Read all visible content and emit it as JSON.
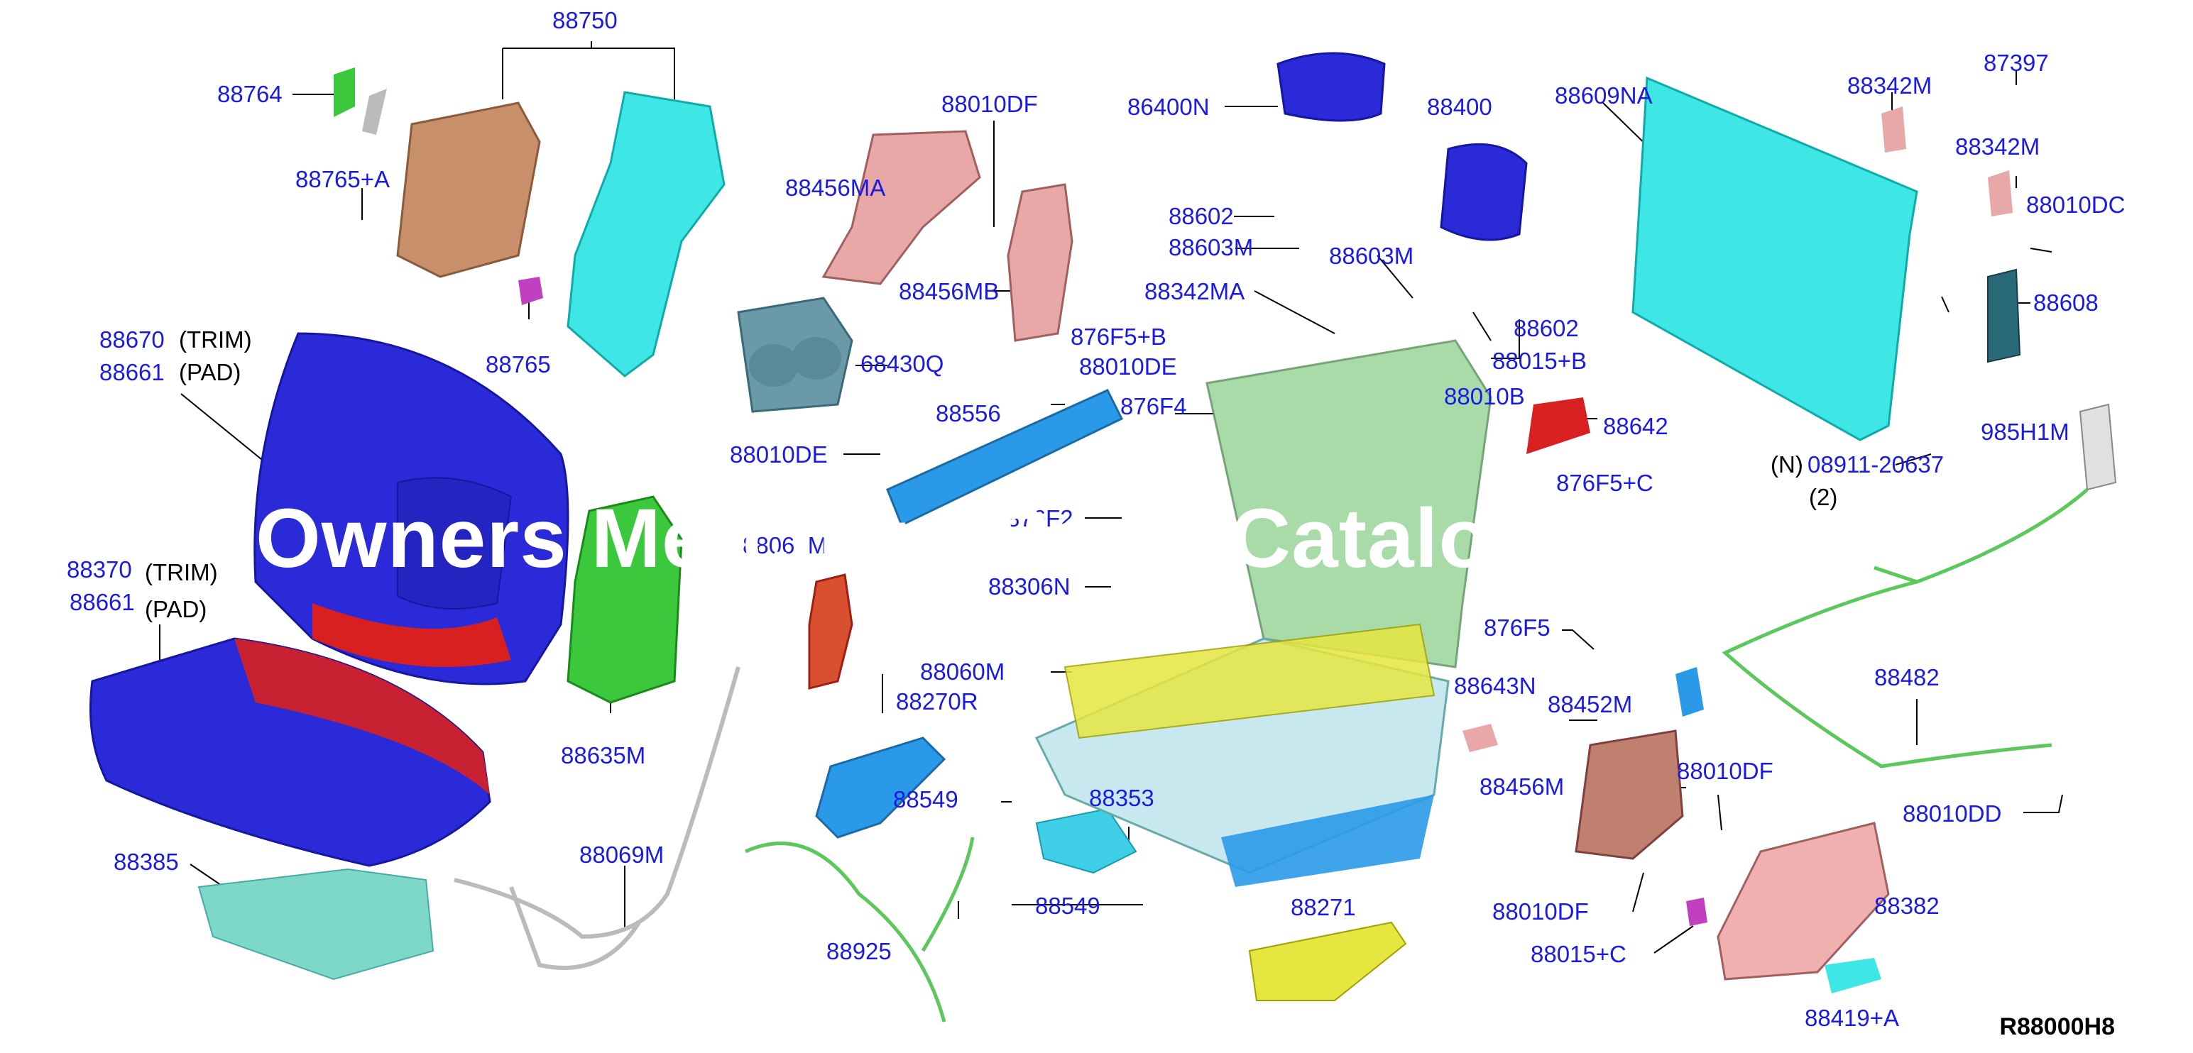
{
  "labels": {
    "l88750": "88750",
    "l88764": "88764",
    "l88765a": "88765+A",
    "l88765": "88765",
    "l88670": "88670",
    "trim1": "(TRIM)",
    "l88661a": "88661",
    "pad1": "(PAD)",
    "l88370": "88370",
    "trim2": "(TRIM)",
    "l88661b": "88661",
    "pad2": "(PAD)",
    "l88385": "88385",
    "l88635m": "88635M",
    "l88069m": "88069M",
    "l88010df_a": "88010DF",
    "l88456ma": "88456MA",
    "l88456mb": "88456MB",
    "l68430q": "68430Q",
    "l88010de_a": "88010DE",
    "l88556": "88556",
    "l88010de_b": "88010DE",
    "l88063": "88063M",
    "l88060m": "88060M",
    "l88270r": "88270R",
    "l88549a": "88549",
    "l88353": "88353",
    "l88549b": "88549",
    "l88925": "88925",
    "l86400n": "86400N",
    "l88400": "88400",
    "l88602a": "88602",
    "l88603ma": "88603M",
    "l88603mb": "88603M",
    "l88342ma": "88342MA",
    "l88602b": "88602",
    "l876f5b": "876F5+B",
    "l88015b": "88015+B",
    "l88010b": "88010B",
    "l876f4": "876F4",
    "l876f2": "876F2",
    "l88306n": "88306N",
    "l88271": "88271",
    "l88609na": "88609NA",
    "l88342m_a": "88342M",
    "l87397": "87397",
    "l88342m_b": "88342M",
    "l88010dc": "88010DC",
    "l88608": "88608",
    "l88642": "88642",
    "l876f5c": "876F5+C",
    "n_mark": "(N)",
    "l08911": "08911-20637",
    "qty2": "(2)",
    "l985h1m": "985H1M",
    "l876f5": "876F5",
    "l88643n": "88643N",
    "l88452m": "88452M",
    "l88482": "88482",
    "l88456m": "88456M",
    "l88010df_b": "88010DF",
    "l88010dd": "88010DD",
    "l88010df_c": "88010DF",
    "l88015c": "88015+C",
    "l88382": "88382",
    "l88419a": "88419+A"
  },
  "watermark": "Owners Merchant Parts Catalog",
  "diagram_code": "R88000H8",
  "colors": {
    "label": "#1a1ae6",
    "seat_blue": "#2a2ad8",
    "cyan": "#3ee6e6",
    "green": "#3cc83c",
    "pink": "#e8a8a8",
    "red": "#d82020",
    "tan": "#c8906a",
    "yellow": "#e6e640",
    "frame": "#a0c8a0"
  }
}
